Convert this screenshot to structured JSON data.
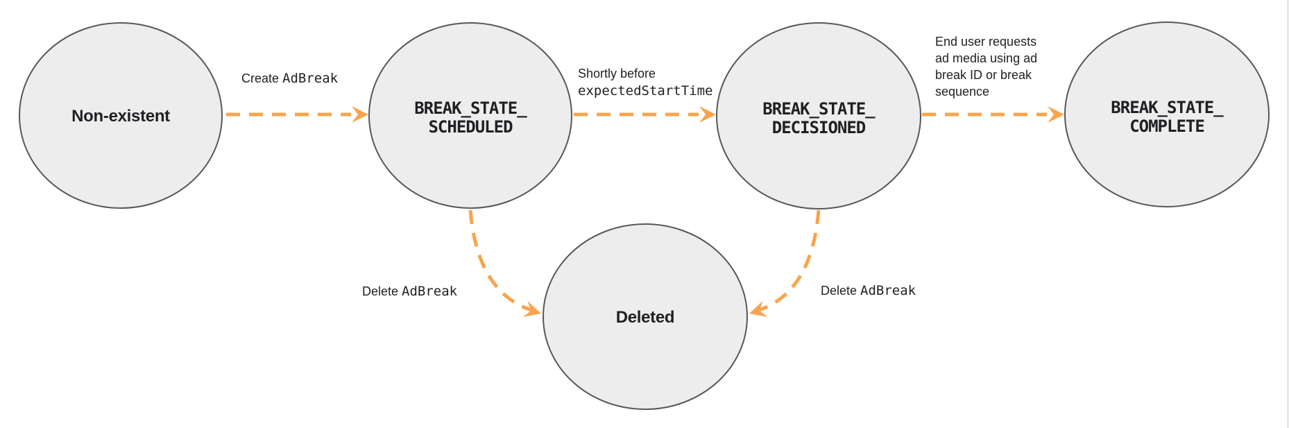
{
  "colors": {
    "arrow": "#F9A44D",
    "state_fill": "#EDEDED",
    "state_stroke": "#555759",
    "text": "#202124",
    "edge_divider": "#D6D6D6"
  },
  "states": {
    "non_existent": {
      "label": "Non-existent"
    },
    "scheduled": {
      "line1": "BREAK_STATE_",
      "line2": "SCHEDULED"
    },
    "decisioned": {
      "line1": "BREAK_STATE_",
      "line2": "DECISIONED"
    },
    "complete": {
      "line1": "BREAK_STATE_",
      "line2": "COMPLETE"
    },
    "deleted": {
      "label": "Deleted"
    }
  },
  "transitions": {
    "create_adbreak": {
      "plain": "Create ",
      "code": "AdBreak"
    },
    "shortly_before": {
      "line1": "Shortly before",
      "line2_code": "expectedStartTime"
    },
    "end_user_request": {
      "line1": "End user requests",
      "line2": "ad media using ad",
      "line3": "break ID or break",
      "line4": "sequence"
    },
    "delete_adbreak_left": {
      "plain": "Delete ",
      "code": "AdBreak"
    },
    "delete_adbreak_right": {
      "plain": "Delete ",
      "code": "AdBreak"
    }
  }
}
